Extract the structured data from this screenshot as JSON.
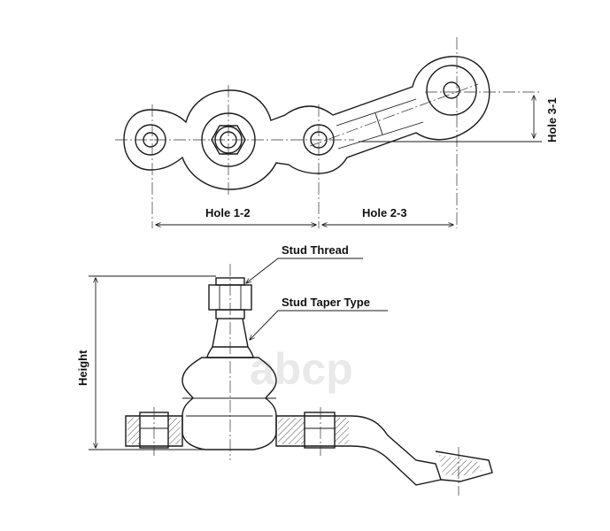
{
  "labels": {
    "hole_1_2": "Hole 1-2",
    "hole_2_3": "Hole 2-3",
    "hole_3_1": "Hole 3-1",
    "stud_thread": "Stud Thread",
    "stud_taper_type": "Stud Taper Type",
    "height": "Height"
  },
  "watermark": "abcp",
  "colors": {
    "line": "#1a1a1a",
    "watermark": "#e9e9e9",
    "background": "#ffffff"
  }
}
